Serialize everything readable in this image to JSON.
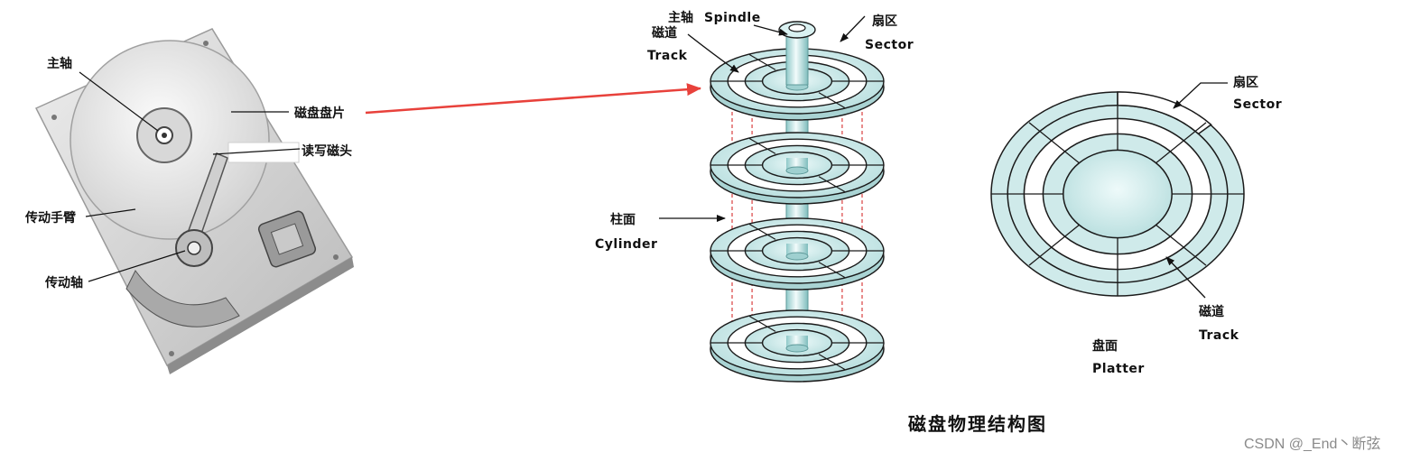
{
  "hdd_labels": {
    "spindle": "主轴",
    "platter": "磁盘盘片",
    "head": "读写磁头",
    "arm": "传动手臂",
    "axis": "传动轴"
  },
  "stack_labels": {
    "spindle_cn": "主轴",
    "spindle_en": "Spindle",
    "track_cn": "磁道",
    "track_en": "Track",
    "sector_cn": "扇区",
    "sector_en": "Sector",
    "cylinder_cn": "柱面",
    "cylinder_en": "Cylinder"
  },
  "platter_labels": {
    "sector_cn": "扇区",
    "sector_en": "Sector",
    "track_cn": "磁道",
    "track_en": "Track",
    "platter_cn": "盘面",
    "platter_en": "Platter"
  },
  "caption": "磁盘物理结构图",
  "watermark": "CSDN @_End丶断弦",
  "colors": {
    "disk_fill": "#cfeaea",
    "disk_stroke": "#1a1a1a",
    "pointer_red": "#e8413b",
    "cylinder_dash": "#d94040",
    "hdd_body": "#d6d6d6"
  }
}
